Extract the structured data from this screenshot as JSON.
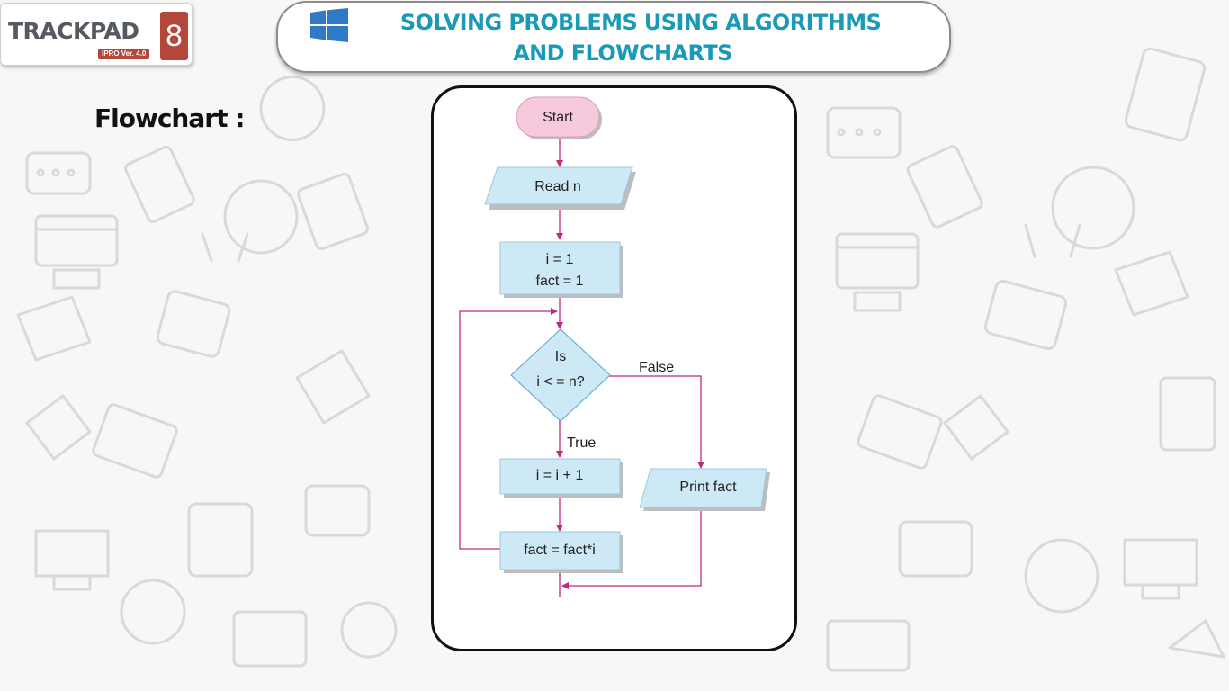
{
  "logo": {
    "brand": "TRACKPAD",
    "grade": "8",
    "version": "iPRO Ver. 4.0"
  },
  "banner": {
    "icon": "windows-logo-icon",
    "line1": "SOLVING PROBLEMS USING ALGORITHMS",
    "line2": "AND FLOWCHARTS"
  },
  "section_label": "Flowchart :",
  "flowchart": {
    "start": "Start",
    "read": "Read n",
    "init_line1": "i = 1",
    "init_line2": "fact = 1",
    "decision_line1": "Is",
    "decision_line2": "i < = n?",
    "false_label": "False",
    "true_label": "True",
    "increment": "i = i + 1",
    "update": "fact = fact*i",
    "print": "Print fact"
  },
  "colors": {
    "accent": "#1a9ab7",
    "brand_red": "#b5463a",
    "arrow": "#c0287a",
    "box_fill": "#cde9f5",
    "start_fill": "#f7c9dc"
  }
}
